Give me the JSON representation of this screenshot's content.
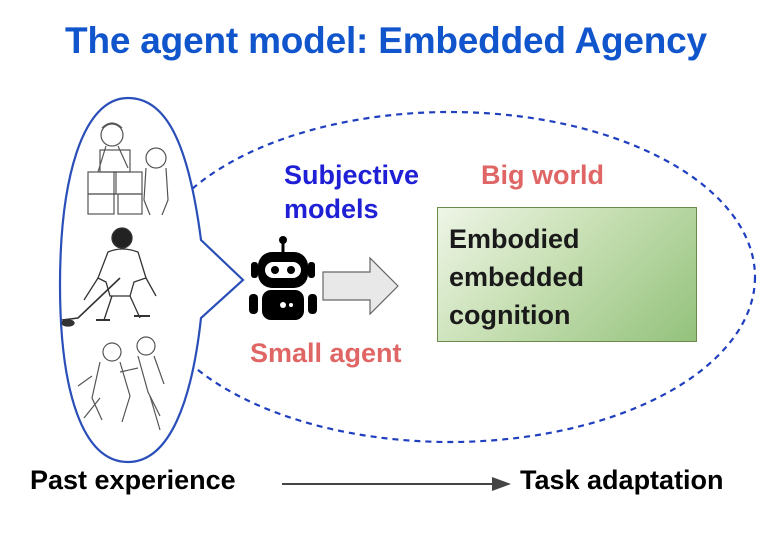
{
  "title": "The agent model: Embedded Agency",
  "labels": {
    "subjective_models": "Subjective\nmodels",
    "big_world": "Big world",
    "small_agent": "Small agent",
    "past_experience": "Past experience",
    "task_adaptation": "Task adaptation"
  },
  "box": {
    "lines": [
      "Embodied",
      "embedded",
      "cognition"
    ]
  },
  "colors": {
    "title": "#1155cc",
    "blue_label": "#1f1fd6",
    "red_label": "#e06666",
    "ellipse": "#1f3fbf",
    "bubble": "#3355bb"
  },
  "icons": [
    "robot-icon",
    "arrow-icon",
    "movers-sketch",
    "hockey-player-sketch",
    "fighters-sketch"
  ]
}
